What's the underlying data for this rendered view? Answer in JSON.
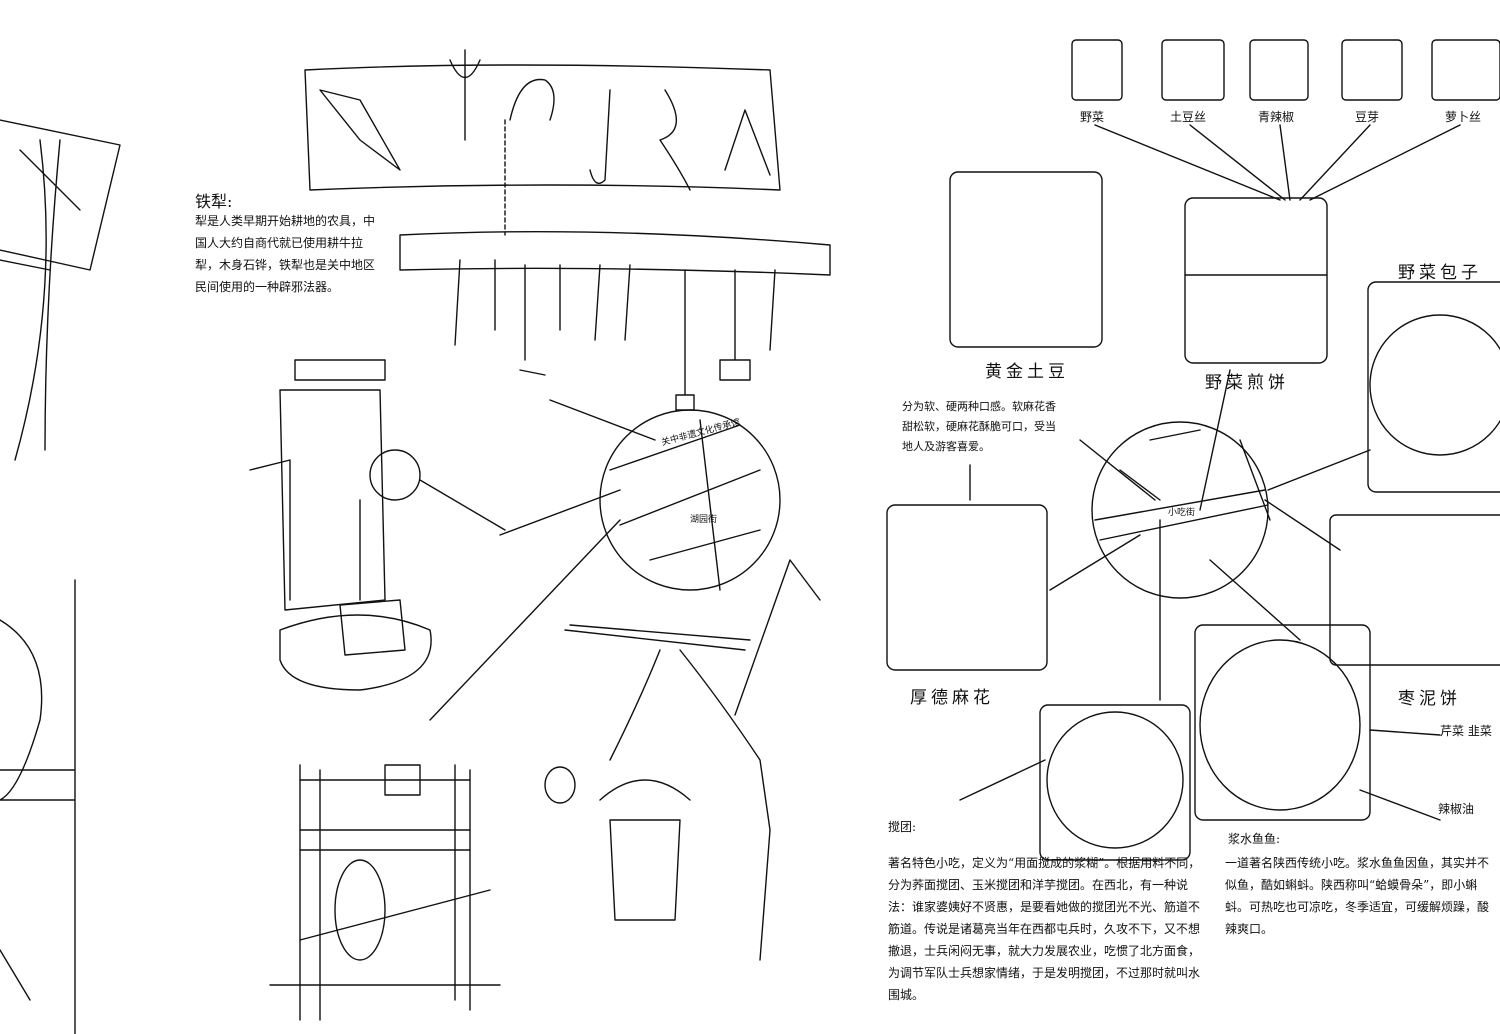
{
  "left_page": {
    "plow_title": "铁犁:",
    "plow_text": "犁是人类早期开始耕地的农具，中国人大约自商代就已使用耕牛拉犁，木身石铧，铁犁也是关中地区民间使用的一种辟邪法器。",
    "map_label_top": "关中非遗文化传承馆",
    "map_label_bottom": "湖园街"
  },
  "right_page": {
    "thumbnails": [
      "野菜",
      "土豆丝",
      "青辣椒",
      "豆芽",
      "萝卜丝"
    ],
    "dishes": {
      "golden_potato": "黄金土豆",
      "vegetable_pancake": "野菜煎饼",
      "vegetable_bun": "野菜包子",
      "houde_mahua": "厚德麻花",
      "date_cake": "枣泥饼",
      "vegetables": "芹菜 韭菜",
      "chili_oil": "辣椒油"
    },
    "mahua_note": "分为软、硬两种口感。软麻花香甜松软，硬麻花酥脆可口，受当地人及游客喜爱。",
    "map_label": "小吃街",
    "jiaotuan_title": "搅团:",
    "jiaotuan_text": "著名特色小吃，定义为“用面搅成的浆糊”。根据用料不同，分为荞面搅团、玉米搅团和洋芋搅团。在西北，有一种说法：谁家婆姨好不贤惠，是要看她做的搅团光不光、筋道不筋道。传说是诸葛亮当年在西都屯兵时，久攻不下，又不想撤退，士兵闲闷无事，就大力发展农业，吃惯了北方面食，为调节军队士兵想家情绪，于是发明搅团，不过那时就叫水围城。",
    "fish_title": "浆水鱼鱼:",
    "fish_text": "一道著名陕西传统小吃。浆水鱼鱼因鱼，其实并不似鱼，酷如蝌蚪。陕西称叫“蛤蟆骨朵”，即小蝌蚪。可热吃也可凉吃，冬季适宜，可缓解烦躁，酸辣爽口。"
  }
}
